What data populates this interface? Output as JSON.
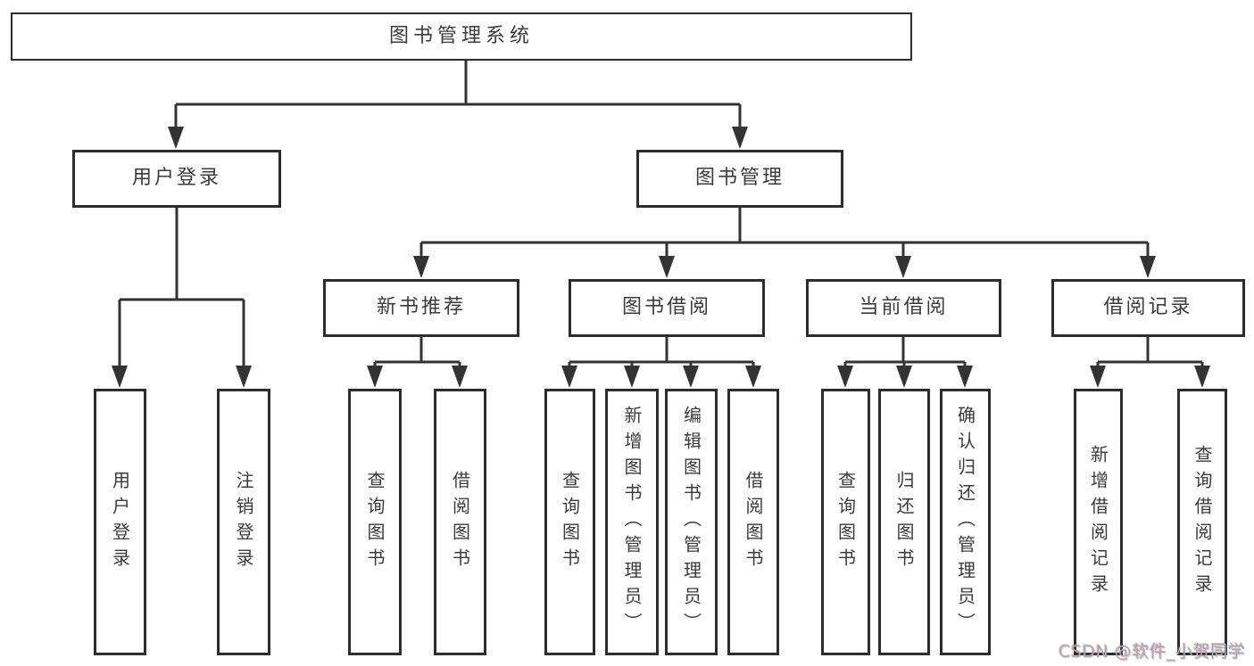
{
  "diagram": {
    "root": {
      "label": "图书管理系统"
    },
    "level2": [
      {
        "label": "用户登录",
        "parent": "图书管理系统"
      },
      {
        "label": "图书管理",
        "parent": "图书管理系统"
      }
    ],
    "level3": [
      {
        "label": "新书推荐",
        "parent": "图书管理"
      },
      {
        "label": "图书借阅",
        "parent": "图书管理"
      },
      {
        "label": "当前借阅",
        "parent": "图书管理"
      },
      {
        "label": "借阅记录",
        "parent": "图书管理"
      }
    ],
    "leaves": [
      {
        "label": "用户登录",
        "parent": "用户登录"
      },
      {
        "label": "注销登录",
        "parent": "用户登录"
      },
      {
        "label": "查询图书",
        "parent": "新书推荐"
      },
      {
        "label": "借阅图书",
        "parent": "新书推荐"
      },
      {
        "label": "查询图书",
        "parent": "图书借阅"
      },
      {
        "label": "新增图书（管理员）",
        "parent": "图书借阅"
      },
      {
        "label": "编辑图书（管理员）",
        "parent": "图书借阅"
      },
      {
        "label": "借阅图书",
        "parent": "图书借阅"
      },
      {
        "label": "查询图书",
        "parent": "当前借阅"
      },
      {
        "label": "归还图书",
        "parent": "当前借阅"
      },
      {
        "label": "确认归还（管理员）",
        "parent": "当前借阅"
      },
      {
        "label": "新增借阅记录",
        "parent": "借阅记录"
      },
      {
        "label": "查询借阅记录",
        "parent": "借阅记录"
      }
    ]
  },
  "watermark": {
    "text": "CSDN @软件_小贺同学"
  },
  "colors": {
    "line": "#333333",
    "box_border": "#2d2d2d",
    "text": "#3b3b3b",
    "watermark": "#a9a9a9",
    "background": "#ffffff"
  }
}
